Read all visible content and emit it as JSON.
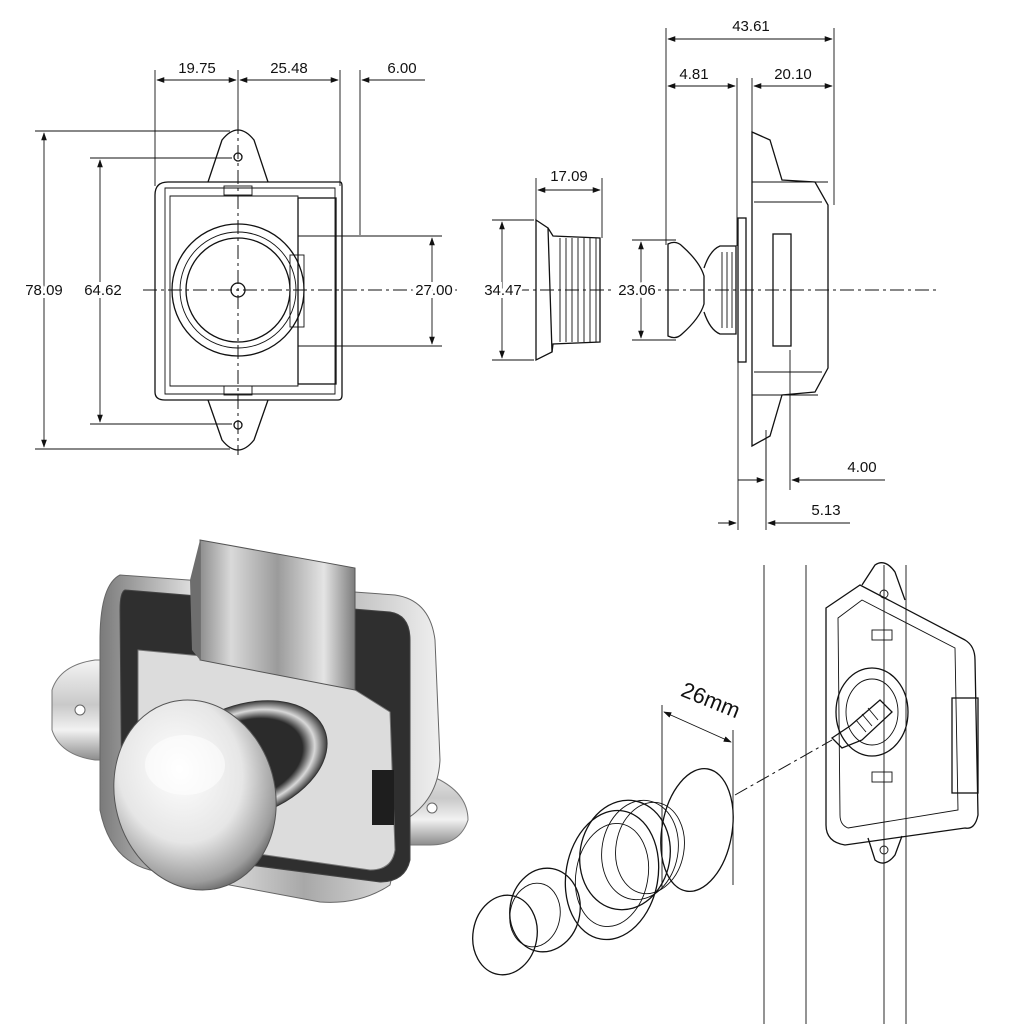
{
  "front_view": {
    "dim_left_offset": "19.75",
    "dim_right_offset": "25.48",
    "dim_bolt": "6.00",
    "dim_overall_height": "78.09",
    "dim_body_height": "64.62",
    "dim_bolt_height": "27.00"
  },
  "bezel_view": {
    "dim_width": "17.09",
    "dim_height": "34.47"
  },
  "side_view": {
    "dim_overall_depth": "43.61",
    "dim_button_depth": "4.81",
    "dim_body_depth": "20.10",
    "dim_knob_diameter": "23.06",
    "dim_plate": "4.00",
    "dim_plate_gap": "5.13"
  },
  "install_view": {
    "hole_diameter_label": "26mm"
  },
  "colors": {
    "line": "#111111",
    "chrome_dark": "#3a3a3a",
    "chrome_mid": "#9a9a9a",
    "chrome_light": "#eeeeee"
  }
}
